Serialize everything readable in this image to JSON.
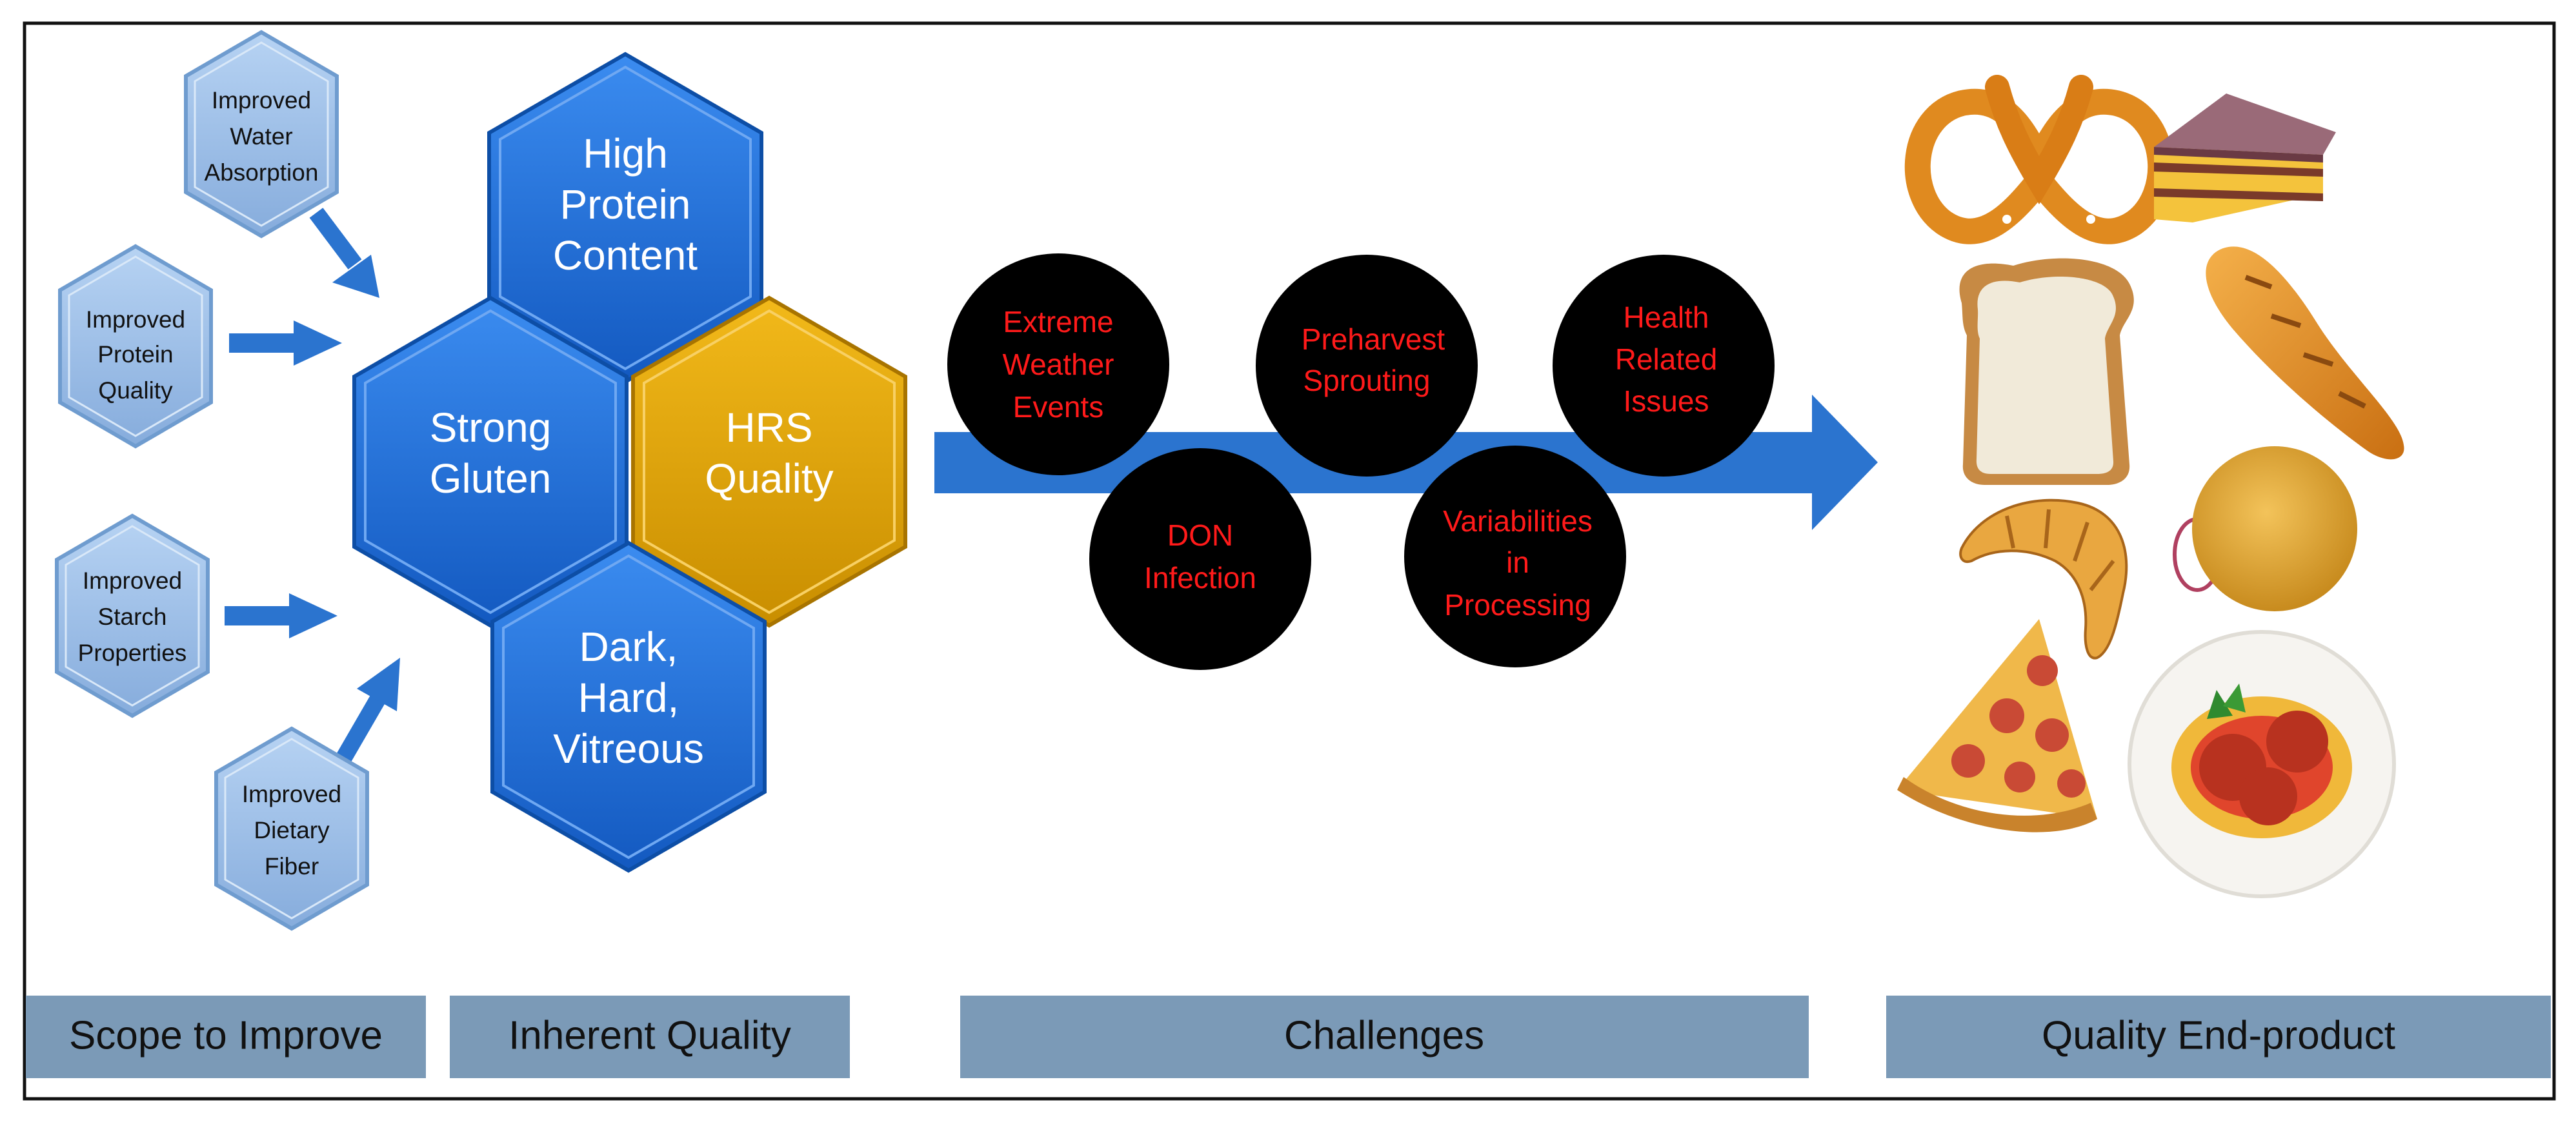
{
  "colors": {
    "hex_blue": "#1f6fd4",
    "hex_gold": "#e0a800",
    "small_hex": "#9cc0ea",
    "arrow_blue": "#2b74cf",
    "circle": "#000000",
    "circle_text": "#ff1a1a",
    "footer": "#7b9ab7"
  },
  "scope": {
    "items": [
      [
        "Improved",
        "Water",
        "Absorption"
      ],
      [
        "Improved",
        "Protein",
        "Quality"
      ],
      [
        "Improved",
        "Starch",
        "Properties"
      ],
      [
        "Improved",
        "Dietary",
        "Fiber"
      ]
    ]
  },
  "inherent": {
    "high_protein": [
      "High",
      "Protein",
      "Content"
    ],
    "strong_gluten": [
      "Strong",
      "Gluten"
    ],
    "hrs_quality": [
      "HRS",
      "Quality"
    ],
    "dark_hard": [
      "Dark,",
      "Hard,",
      "Vitreous"
    ]
  },
  "challenges": {
    "items": [
      [
        "Extreme",
        "Weather",
        "Events"
      ],
      [
        "DON",
        "Infection"
      ],
      [
        "Preharvest",
        "Sprouting"
      ],
      [
        "Variabilities",
        "in",
        "Processing"
      ],
      [
        "Health",
        "Related",
        "Issues"
      ]
    ]
  },
  "products": [
    "pretzel-icon",
    "cake-icon",
    "bread-slice-icon",
    "baguette-icon",
    "croissant-icon",
    "bun-icon",
    "pizza-slice-icon",
    "spaghetti-icon"
  ],
  "footer": {
    "scope": "Scope to Improve",
    "inherent": "Inherent Quality",
    "challenges": "Challenges",
    "end_product": "Quality End-product"
  }
}
